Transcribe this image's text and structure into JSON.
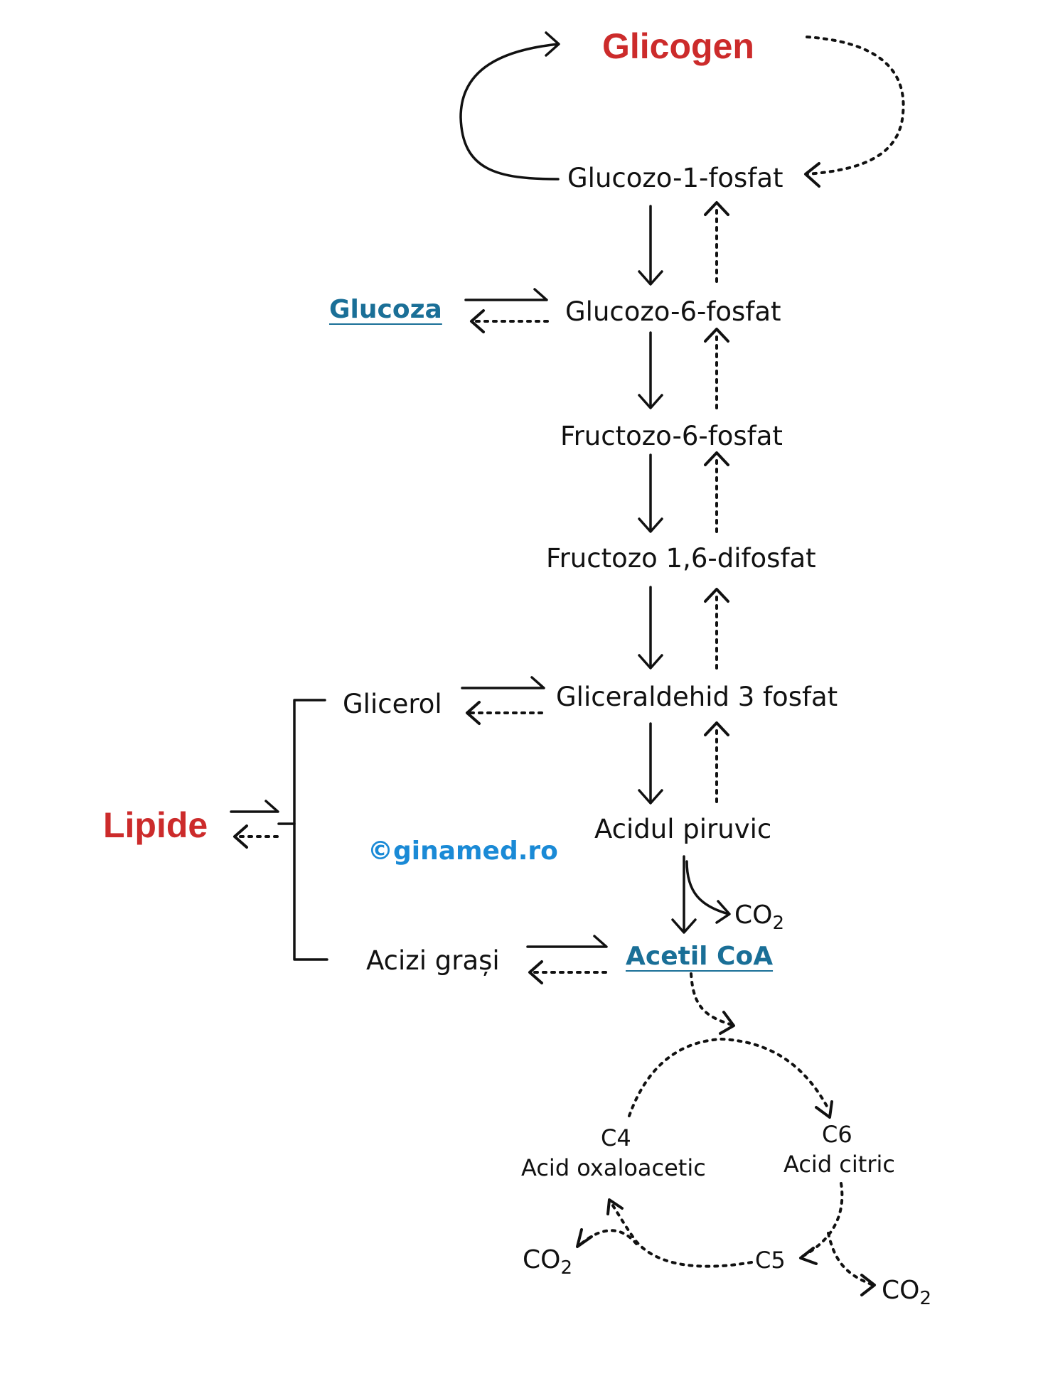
{
  "colors": {
    "highlight_red": "#cc2b2b",
    "link_blue": "#1a6f97",
    "watermark_blue": "#1a8ad6",
    "line": "#111111"
  },
  "titles": {
    "glicogen": "Glicogen",
    "lipide": "Lipide"
  },
  "links": {
    "glucoza": "Glucoza",
    "acetil_coa": "Acetil CoA"
  },
  "nodes": {
    "glucozo_1_fosfat": "Glucozo-1-fosfat",
    "glucozo_6_fosfat": "Glucozo-6-fosfat",
    "fructozo_6_fosfat": "Fructozo-6-fosfat",
    "fructozo_16_difosfat": "Fructozo 1,6-difosfat",
    "gliceraldehid_3_fosfat": "Gliceraldehid 3 fosfat",
    "acidul_piruvic": "Acidul piruvic",
    "glicerol": "Glicerol",
    "acizi_grasi": "Acizi grași"
  },
  "cycle": {
    "c4_code": "C4",
    "c4_name": "Acid oxaloacetic",
    "c6_code": "C6",
    "c6_name": "Acid citric",
    "c5_code": "C5"
  },
  "co2": {
    "base": "CO",
    "sub": "2"
  },
  "watermark": "©ginamed.ro"
}
